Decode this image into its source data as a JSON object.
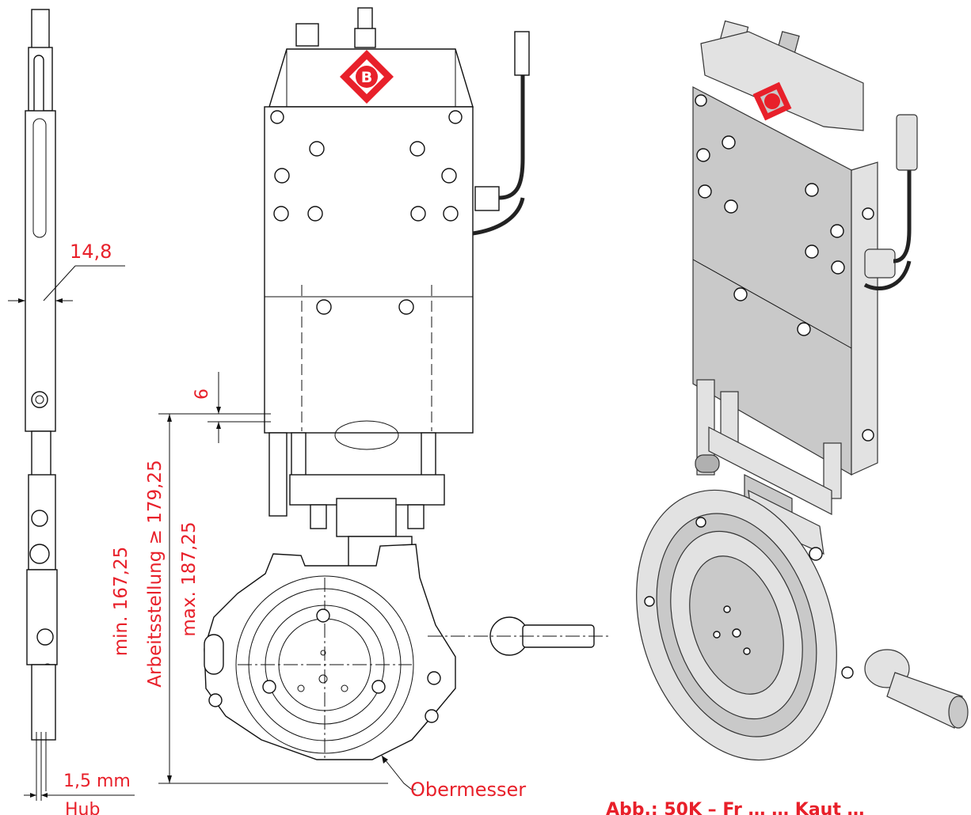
{
  "dimensions": {
    "width_label": "14,8",
    "six_label": "6",
    "min_label": "min. 167,25",
    "arbeit_label": "Arbeitsstellung ≥ 179,25",
    "max_label": "max. 187,25",
    "stroke_label": "1,5 mm",
    "stroke_caption": "Hub",
    "blade_label": "Obermesser"
  },
  "caption": {
    "text": "Abb.: 50K – Fr … … Kaut …"
  },
  "logo": {
    "letter": "B",
    "color": "#e8202a"
  },
  "colors": {
    "dimension_text": "#e8202a",
    "line": "#111111"
  }
}
